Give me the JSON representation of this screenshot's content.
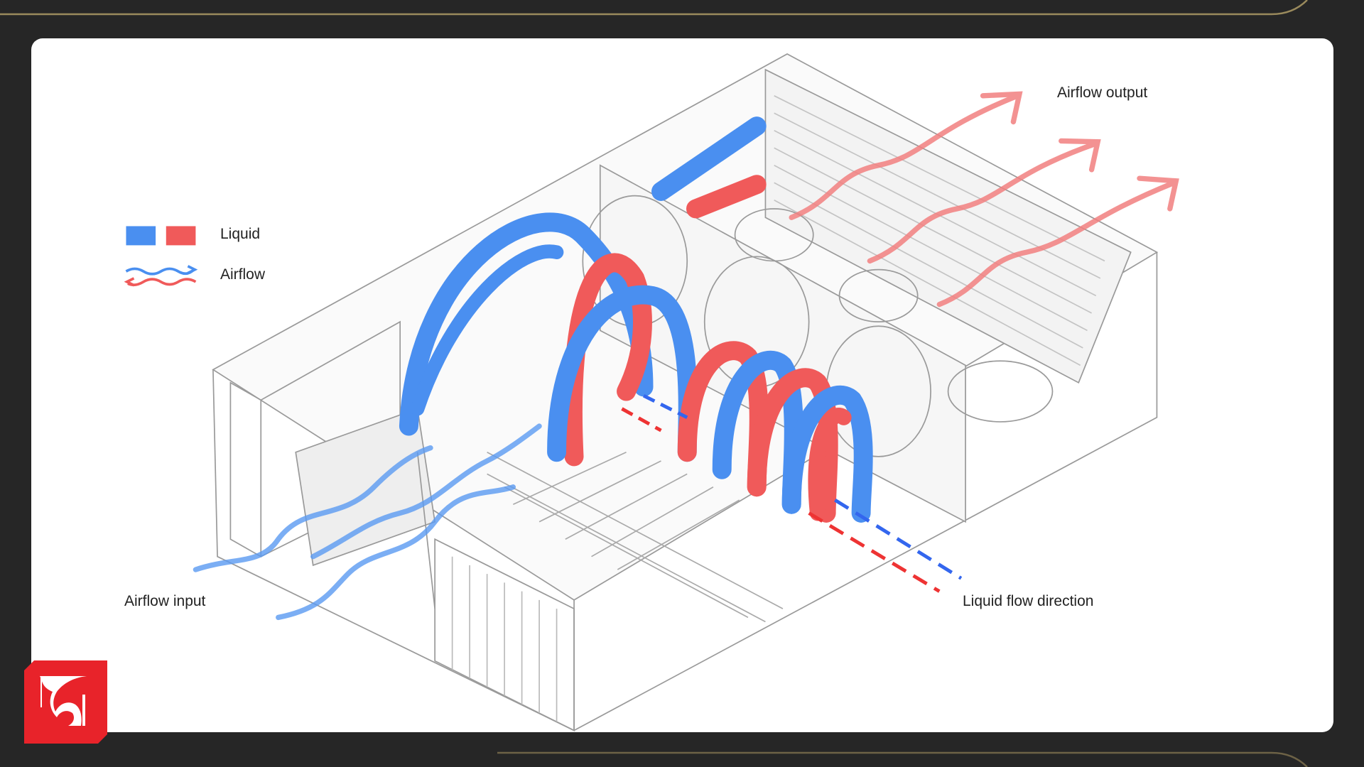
{
  "legend": {
    "liquid_label": "Liquid",
    "airflow_label": "Airflow"
  },
  "labels": {
    "airflow_output": "Airflow output",
    "airflow_input": "Airflow input",
    "liquid_flow_direction": "Liquid flow direction"
  },
  "colors": {
    "cold": "#4a8ff0",
    "hot": "#f05a5a",
    "brand": "#e8232a",
    "accent_gold": "#9a8a5c"
  },
  "logo": {
    "icon": "dragon-logo-icon"
  }
}
